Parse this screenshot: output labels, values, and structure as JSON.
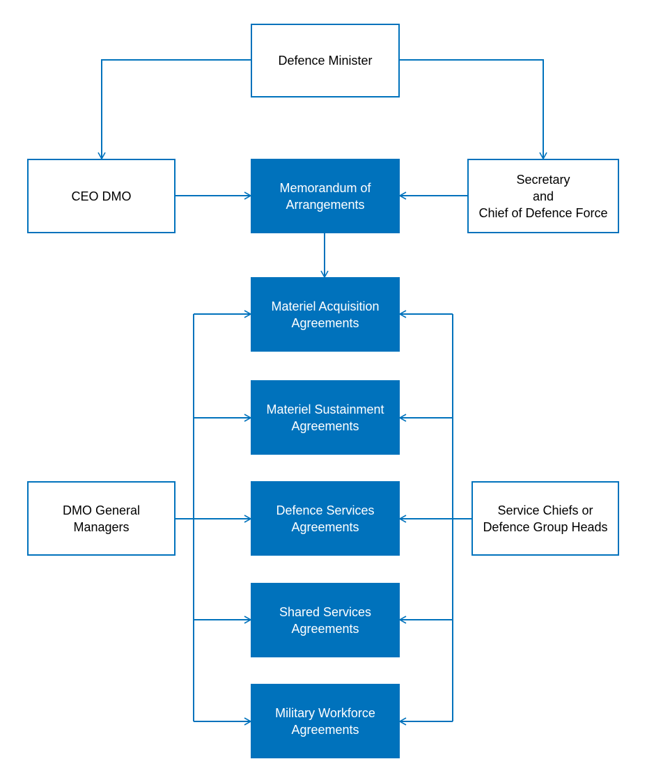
{
  "colors": {
    "accent": "#0072bc",
    "text_on_accent": "#ffffff",
    "text": "#000000",
    "background": "#ffffff"
  },
  "nodes": {
    "defence_minister": [
      "Defence Minister"
    ],
    "ceo_dmo": [
      "CEO DMO"
    ],
    "memorandum": [
      "Memorandum of",
      "Arrangements"
    ],
    "secretary_cdf": [
      "Secretary",
      "and",
      "Chief of Defence Force"
    ],
    "acquisition": [
      "Materiel Acquisition",
      "Agreements"
    ],
    "sustainment": [
      "Materiel Sustainment",
      "Agreements"
    ],
    "defence_services": [
      "Defence Services",
      "Agreements"
    ],
    "shared_services": [
      "Shared Services",
      "Agreements"
    ],
    "military_workforce": [
      "Military Workforce",
      "Agreements"
    ],
    "dmo_general_managers": [
      "DMO General",
      "Managers"
    ],
    "service_chiefs": [
      "Service Chiefs or",
      "Defence Group Heads"
    ]
  }
}
